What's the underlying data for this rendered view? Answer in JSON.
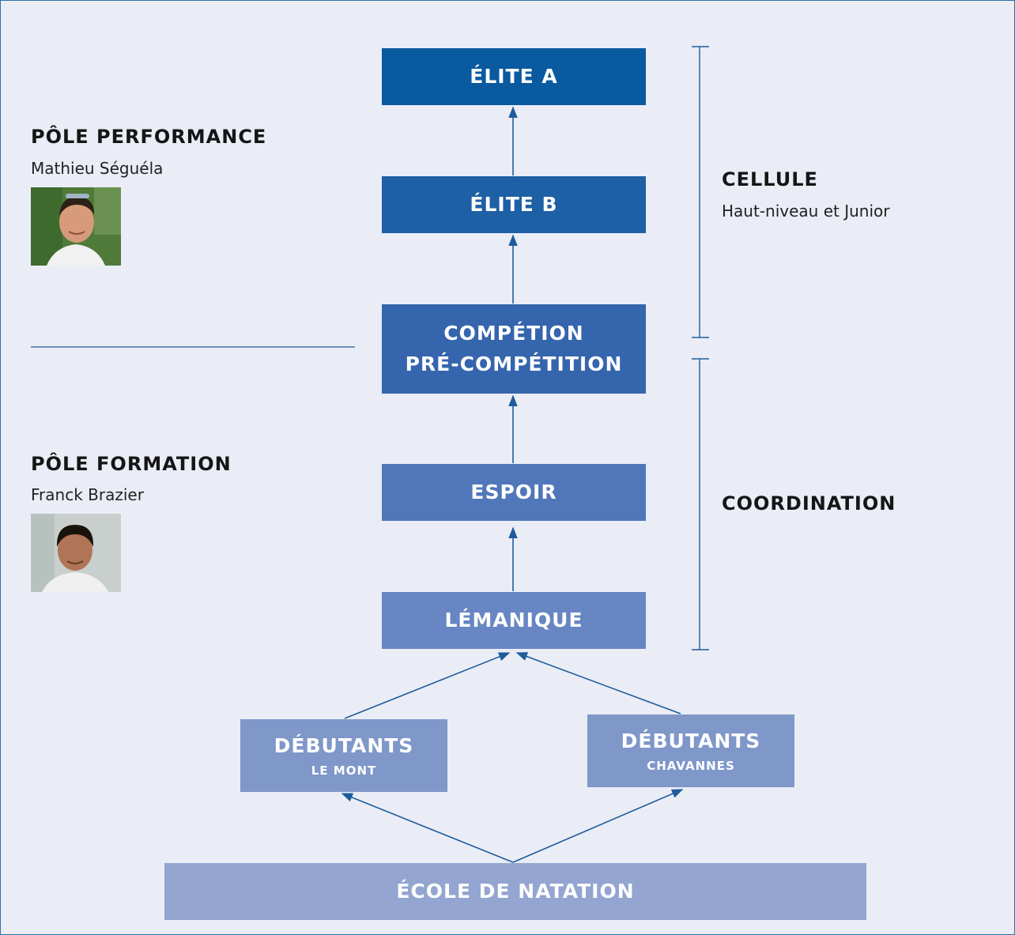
{
  "colors": {
    "frame_border": "#2f6fa8",
    "background": "#eaedf6",
    "arrow": "#1e5c9c",
    "elite_a": "#0a5aa0",
    "elite_b": "#1d60a6",
    "competition": "#3565ad",
    "espoir": "#5077ba",
    "lemanique": "#6786c3",
    "debutants": "#7f97c9",
    "ecole": "#93a5d0"
  },
  "levels": {
    "elite_a": "Élite A",
    "elite_b": "Élite B",
    "competition_line1": "Compétion",
    "competition_line2": "Pré-compétition",
    "espoir": "Espoir",
    "lemanique": "Lémanique",
    "debutants_mont": "Débutants",
    "debutants_mont_sub": "Le Mont",
    "debutants_chavannes": "Débutants",
    "debutants_chavannes_sub": "Chavannes",
    "ecole": "École de natation"
  },
  "poles": {
    "performance_title": "Pôle performance",
    "performance_person": "Mathieu Séguéla",
    "formation_title": "Pôle formation",
    "formation_person": "Franck Brazier"
  },
  "groups": {
    "cellule_title": "Cellule",
    "cellule_sub": "Haut-niveau et Junior",
    "coordination_title": "Coordination"
  },
  "photos": {
    "performance": "portrait-photo",
    "formation": "portrait-photo"
  }
}
